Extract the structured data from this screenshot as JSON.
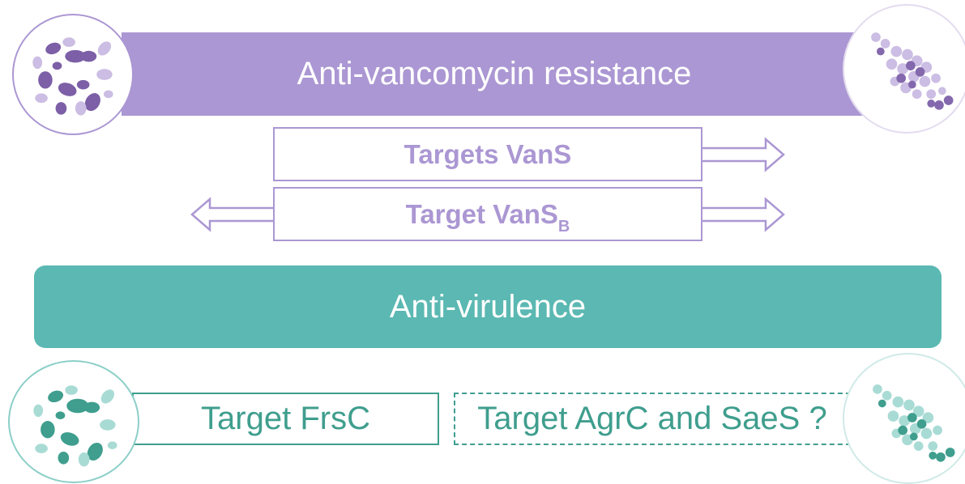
{
  "resistance": {
    "banner_label": "Anti-vancomycin resistance",
    "color": "#ab97d3",
    "targets": [
      {
        "label": "Targets VanS",
        "arrows": [
          "right"
        ]
      },
      {
        "label_main": "Target VanS",
        "label_sub": "B",
        "arrows": [
          "left",
          "right"
        ]
      }
    ]
  },
  "virulence": {
    "banner_label": "Anti-virulence",
    "color": "#5bb8b2",
    "targets": [
      {
        "label": "Target FrsC",
        "border": "solid"
      },
      {
        "label": "Target AgrC and SaeS ?",
        "border": "dashed"
      }
    ]
  },
  "icons": {
    "top_left": "bacteria-cluster-icon",
    "top_right": "coccus-cluster-icon",
    "bottom_left": "bacteria-cluster-icon",
    "bottom_right": "coccus-cluster-icon"
  }
}
